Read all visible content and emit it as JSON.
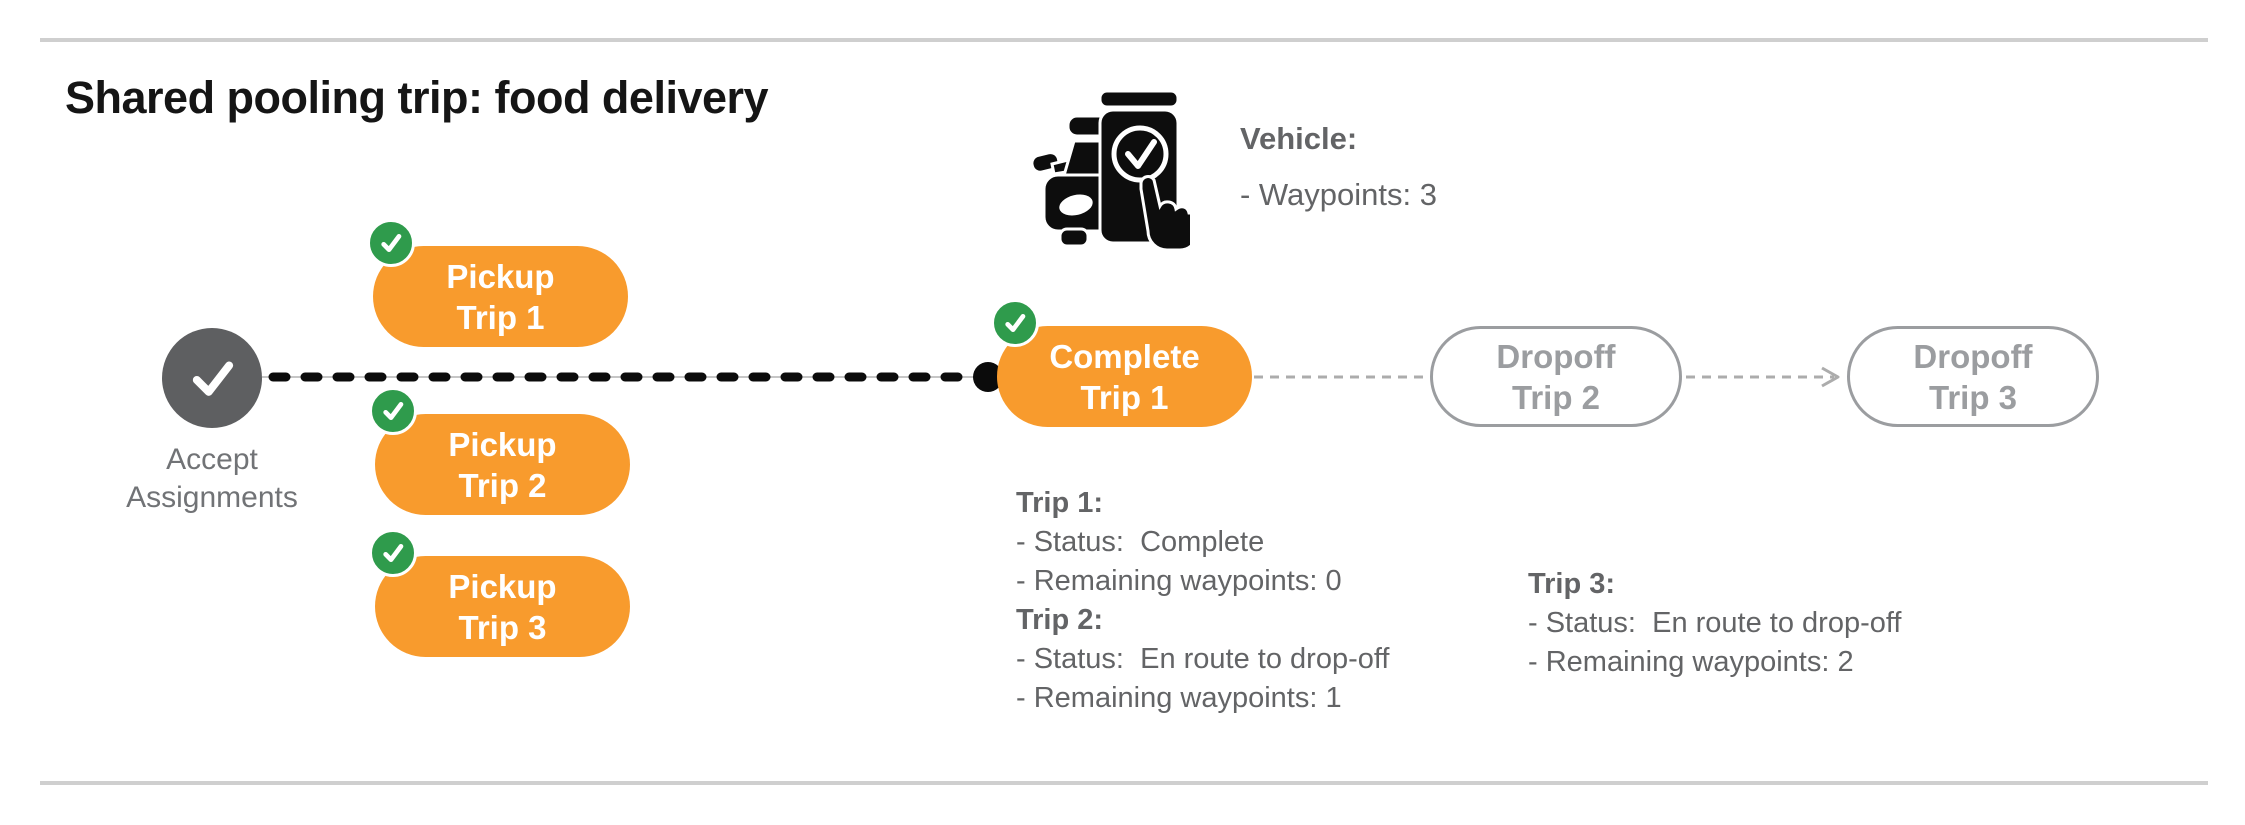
{
  "title": "Shared pooling trip: food delivery",
  "vehicle": {
    "icon": "car-phone-check-icon",
    "label": "Vehicle:",
    "waypoints": "- Waypoints: 3"
  },
  "flow": {
    "start": {
      "icon": "check-icon",
      "line1": "Accept",
      "line2": "Assignments"
    },
    "pickups": [
      {
        "line1": "Pickup",
        "line2": "Trip 1"
      },
      {
        "line1": "Pickup",
        "line2": "Trip 2"
      },
      {
        "line1": "Pickup",
        "line2": "Trip 3"
      }
    ],
    "complete": {
      "line1": "Complete",
      "line2": "Trip 1"
    },
    "dropoffs": [
      {
        "line1": "Dropoff",
        "line2": "Trip 2"
      },
      {
        "line1": "Dropoff",
        "line2": "Trip 3"
      }
    ]
  },
  "status_blocks": [
    {
      "lines": [
        "Trip 1:",
        "- Status:  Complete",
        "- Remaining waypoints: 0",
        "Trip 2:",
        "- Status:  En route to drop-off",
        "- Remaining waypoints: 1"
      ]
    },
    {
      "lines": [
        "Trip 3:",
        "- Status:  En route to drop-off",
        "- Remaining waypoints: 2"
      ]
    }
  ],
  "colors": {
    "accent_orange": "#F89B2D",
    "success_green": "#2F9B4C",
    "node_gray": "#5E5F61",
    "muted_text": "#636466",
    "light_text": "#717376",
    "outline_gray": "#9B9DA0",
    "rule_gray": "#CFCFCF",
    "connector_black": "#0B0B0B",
    "connector_gray": "#ACACAC"
  }
}
